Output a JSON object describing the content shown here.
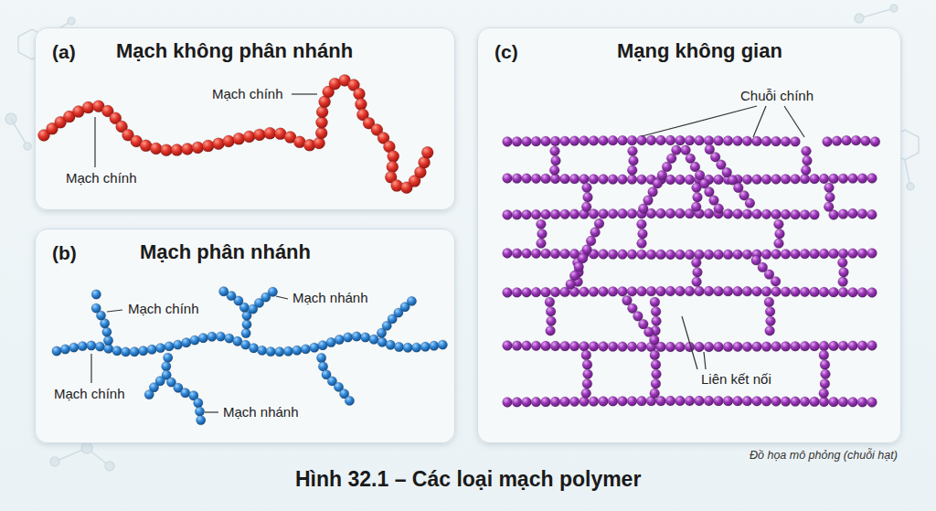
{
  "diagram": {
    "caption": "Hình 32.1 – Các loại mạch polymer",
    "nodes": [
      {
        "text": [
          "(a)",
          "Mạch không phân nhánh"
        ]
      },
      {
        "text": [
          "(b)",
          "Mạch phân nhánh"
        ]
      },
      {
        "text": [
          "(c)",
          "Mạng không gian"
        ]
      }
    ],
    "labels": [
      "Mạch chính",
      "Mạch chính",
      "Mạch chính",
      "Mạch nhánh",
      "Mạch chính",
      "Mạch nhánh",
      "Chuỗi chính",
      "Liên kết nối",
      "Đồ họa mô phỏng (chuỗi hạt)"
    ]
  }
}
